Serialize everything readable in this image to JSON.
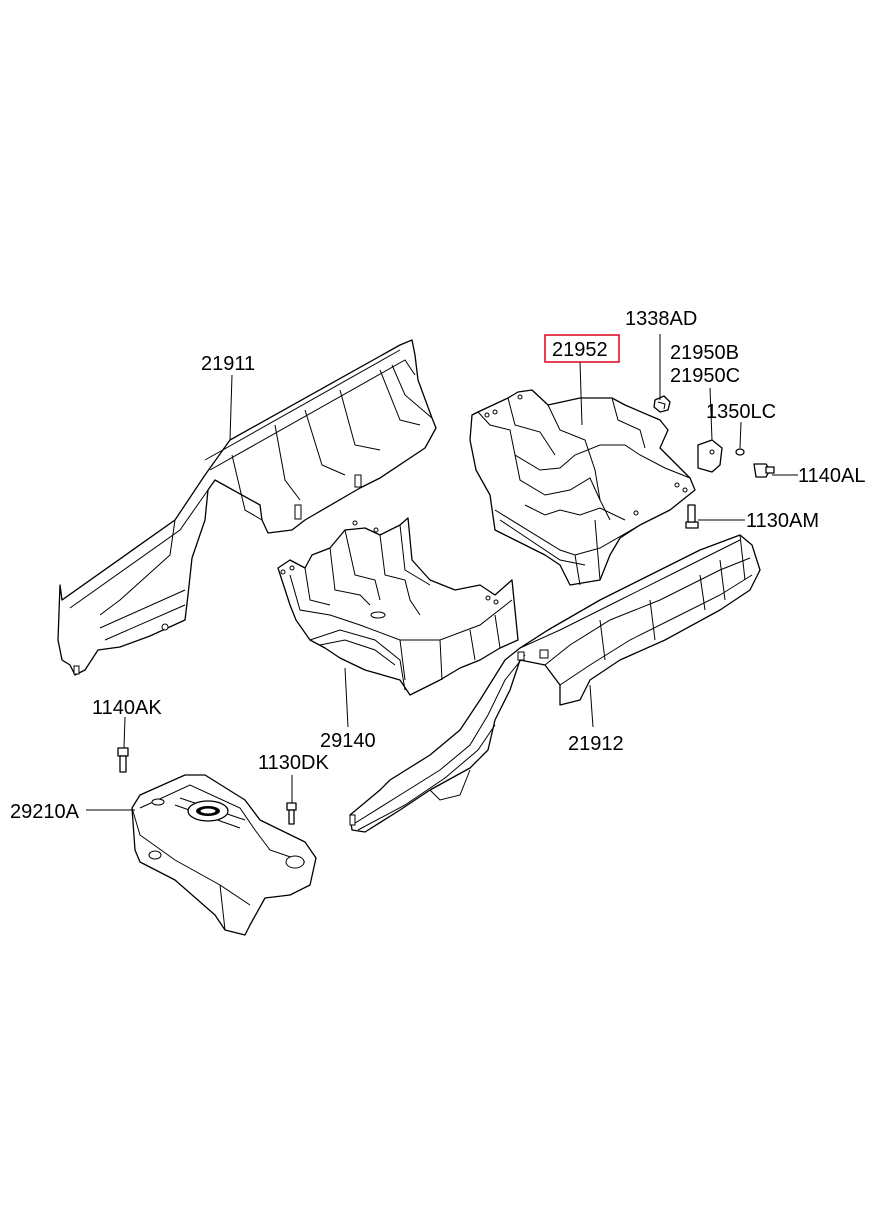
{
  "diagram": {
    "highlight_color": "#e0001a",
    "labels": {
      "p21911": "21911",
      "p21952": "21952",
      "p1338AD": "1338AD",
      "p21950B": "21950B",
      "p21950C": "21950C",
      "p1350LC": "1350LC",
      "p1140AL": "1140AL",
      "p1130AM": "1130AM",
      "p29140": "29140",
      "p21912": "21912",
      "p1140AK": "1140AK",
      "p1130DK": "1130DK",
      "p29210A": "29210A"
    },
    "highlighted_part": "21952"
  }
}
